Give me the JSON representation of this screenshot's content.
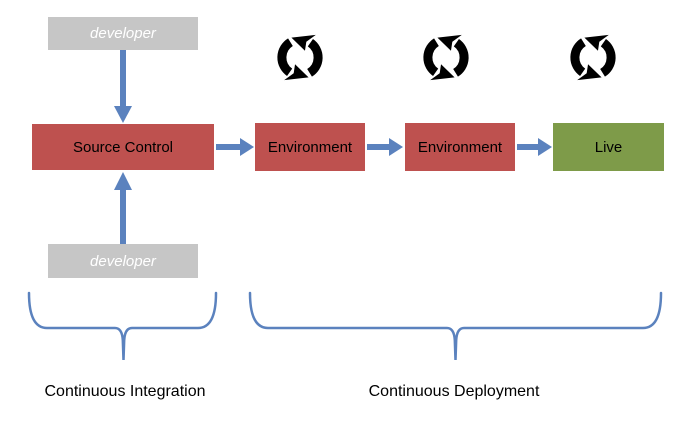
{
  "pipeline": {
    "developer_top": {
      "label": "developer"
    },
    "developer_bottom": {
      "label": "developer"
    },
    "source_control": {
      "label": "Source Control"
    },
    "stages": [
      {
        "label": "Environment",
        "color": "#BE514F",
        "icon": "refresh-cycle-icon"
      },
      {
        "label": "Environment",
        "color": "#BE514F",
        "icon": "refresh-cycle-icon"
      },
      {
        "label": "Live",
        "color": "#7E9B49",
        "icon": "refresh-cycle-icon"
      }
    ],
    "braces": [
      {
        "label": "Continuous Integration"
      },
      {
        "label": "Continuous Deployment"
      }
    ],
    "colors": {
      "node_red": "#BE514F",
      "node_green": "#7E9B49",
      "node_gray": "#C6C6C6",
      "connector_blue": "#5B82BE",
      "icon_black": "#000000",
      "canvas_background": "#FFFFFF"
    }
  }
}
